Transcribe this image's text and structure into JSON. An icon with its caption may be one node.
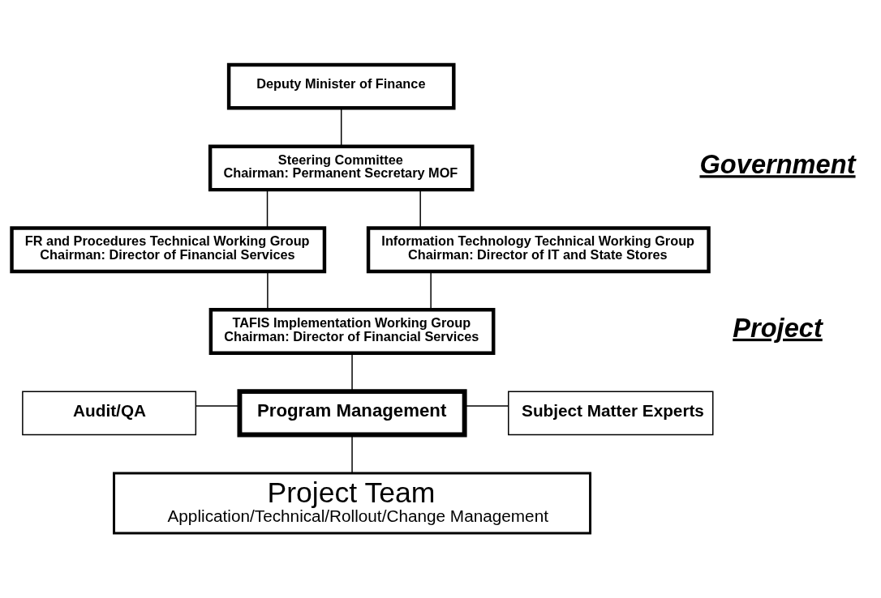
{
  "diagram": {
    "nodes": [
      {
        "text": [
          "Deputy Minister of Finance"
        ]
      },
      {
        "text": [
          "Steering Committee",
          "Chairman: Permanent Secretary MOF"
        ]
      },
      {
        "text": [
          "FR and Procedures Technical Working Group",
          "Chairman: Director of Financial Services"
        ]
      },
      {
        "text": [
          "Information Technology Technical Working Group",
          "Chairman: Director of IT and State Stores"
        ]
      },
      {
        "text": [
          "TAFIS Implementation Working Group",
          "Chairman: Director of Financial Services"
        ]
      },
      {
        "text": [
          "Audit/QA"
        ]
      },
      {
        "text": [
          "Program Management"
        ]
      },
      {
        "text": [
          "Subject Matter Experts"
        ]
      },
      {
        "text": [
          "Project Team",
          "Application/Technical/Rollout/Change Management"
        ]
      }
    ],
    "edges": [
      {
        "from": 0,
        "to": 1,
        "arrow": "none"
      },
      {
        "from": 1,
        "to": 2,
        "arrow": "none"
      },
      {
        "from": 1,
        "to": 3,
        "arrow": "none"
      },
      {
        "from": 2,
        "to": 4,
        "arrow": "none"
      },
      {
        "from": 3,
        "to": 4,
        "arrow": "none"
      },
      {
        "from": 4,
        "to": 6,
        "arrow": "none"
      },
      {
        "from": 5,
        "to": 6,
        "arrow": "none"
      },
      {
        "from": 6,
        "to": 7,
        "arrow": "none"
      },
      {
        "from": 6,
        "to": 8,
        "arrow": "none"
      }
    ],
    "labels": [
      "Government",
      "Project"
    ]
  }
}
